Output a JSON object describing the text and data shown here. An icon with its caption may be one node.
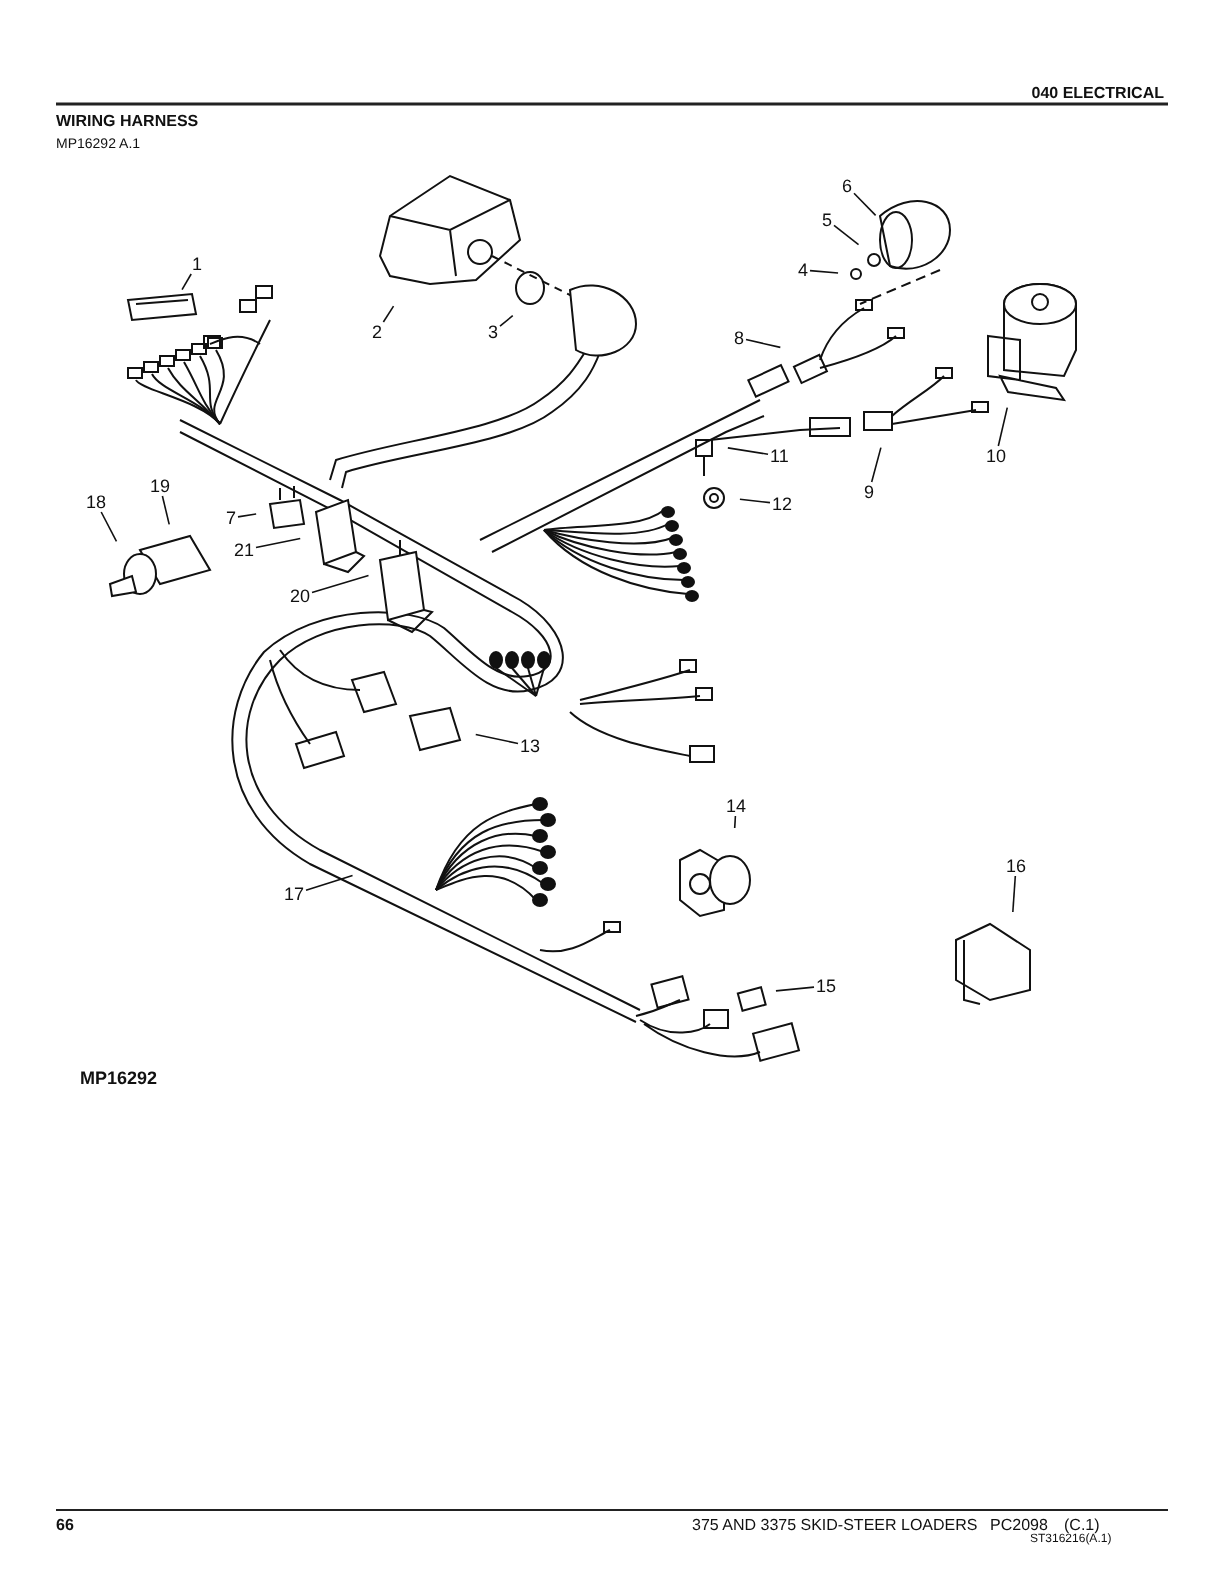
{
  "diagram": {
    "title": "WIRING HARNESS",
    "nodes": [
      {
        "text": [
          "1"
        ]
      },
      {
        "text": [
          "2"
        ]
      },
      {
        "text": [
          "3"
        ]
      },
      {
        "text": [
          "4"
        ]
      },
      {
        "text": [
          "5"
        ]
      },
      {
        "text": [
          "6"
        ]
      },
      {
        "text": [
          "7"
        ]
      },
      {
        "text": [
          "8"
        ]
      },
      {
        "text": [
          "9"
        ]
      },
      {
        "text": [
          "10"
        ]
      },
      {
        "text": [
          "11"
        ]
      },
      {
        "text": [
          "12"
        ]
      },
      {
        "text": [
          "13"
        ]
      },
      {
        "text": [
          "14"
        ]
      },
      {
        "text": [
          "15"
        ]
      },
      {
        "text": [
          "16"
        ]
      },
      {
        "text": [
          "17"
        ]
      },
      {
        "text": [
          "18"
        ]
      },
      {
        "text": [
          "19"
        ]
      },
      {
        "text": [
          "20"
        ]
      },
      {
        "text": [
          "21"
        ]
      }
    ],
    "edges": [
      {
        "from": 0,
        "to": null,
        "arrow": "none"
      },
      {
        "from": 1,
        "to": null,
        "arrow": "none"
      },
      {
        "from": 2,
        "to": null,
        "arrow": "none"
      },
      {
        "from": 3,
        "to": null,
        "arrow": "none"
      },
      {
        "from": 4,
        "to": null,
        "arrow": "none"
      },
      {
        "from": 5,
        "to": null,
        "arrow": "none"
      },
      {
        "from": 6,
        "to": null,
        "arrow": "none"
      },
      {
        "from": 7,
        "to": null,
        "arrow": "none"
      },
      {
        "from": 8,
        "to": null,
        "arrow": "none"
      },
      {
        "from": 9,
        "to": null,
        "arrow": "none"
      },
      {
        "from": 10,
        "to": null,
        "arrow": "none"
      },
      {
        "from": 11,
        "to": null,
        "arrow": "none"
      },
      {
        "from": 12,
        "to": null,
        "arrow": "none"
      },
      {
        "from": 13,
        "to": null,
        "arrow": "none"
      },
      {
        "from": 14,
        "to": null,
        "arrow": "none"
      },
      {
        "from": 15,
        "to": null,
        "arrow": "none"
      },
      {
        "from": 16,
        "to": null,
        "arrow": "none"
      },
      {
        "from": 17,
        "to": null,
        "arrow": "none"
      },
      {
        "from": 18,
        "to": null,
        "arrow": "none"
      },
      {
        "from": 19,
        "to": null,
        "arrow": "none"
      },
      {
        "from": 20,
        "to": null,
        "arrow": "none"
      }
    ],
    "labels": [
      "040 ELECTRICAL",
      "MP16292 A.1",
      "MP16292",
      "66",
      "375 AND 3375 SKID-STEER LOADERS",
      "PC2098",
      "(C.1)",
      "ST316216(A.1)"
    ]
  }
}
